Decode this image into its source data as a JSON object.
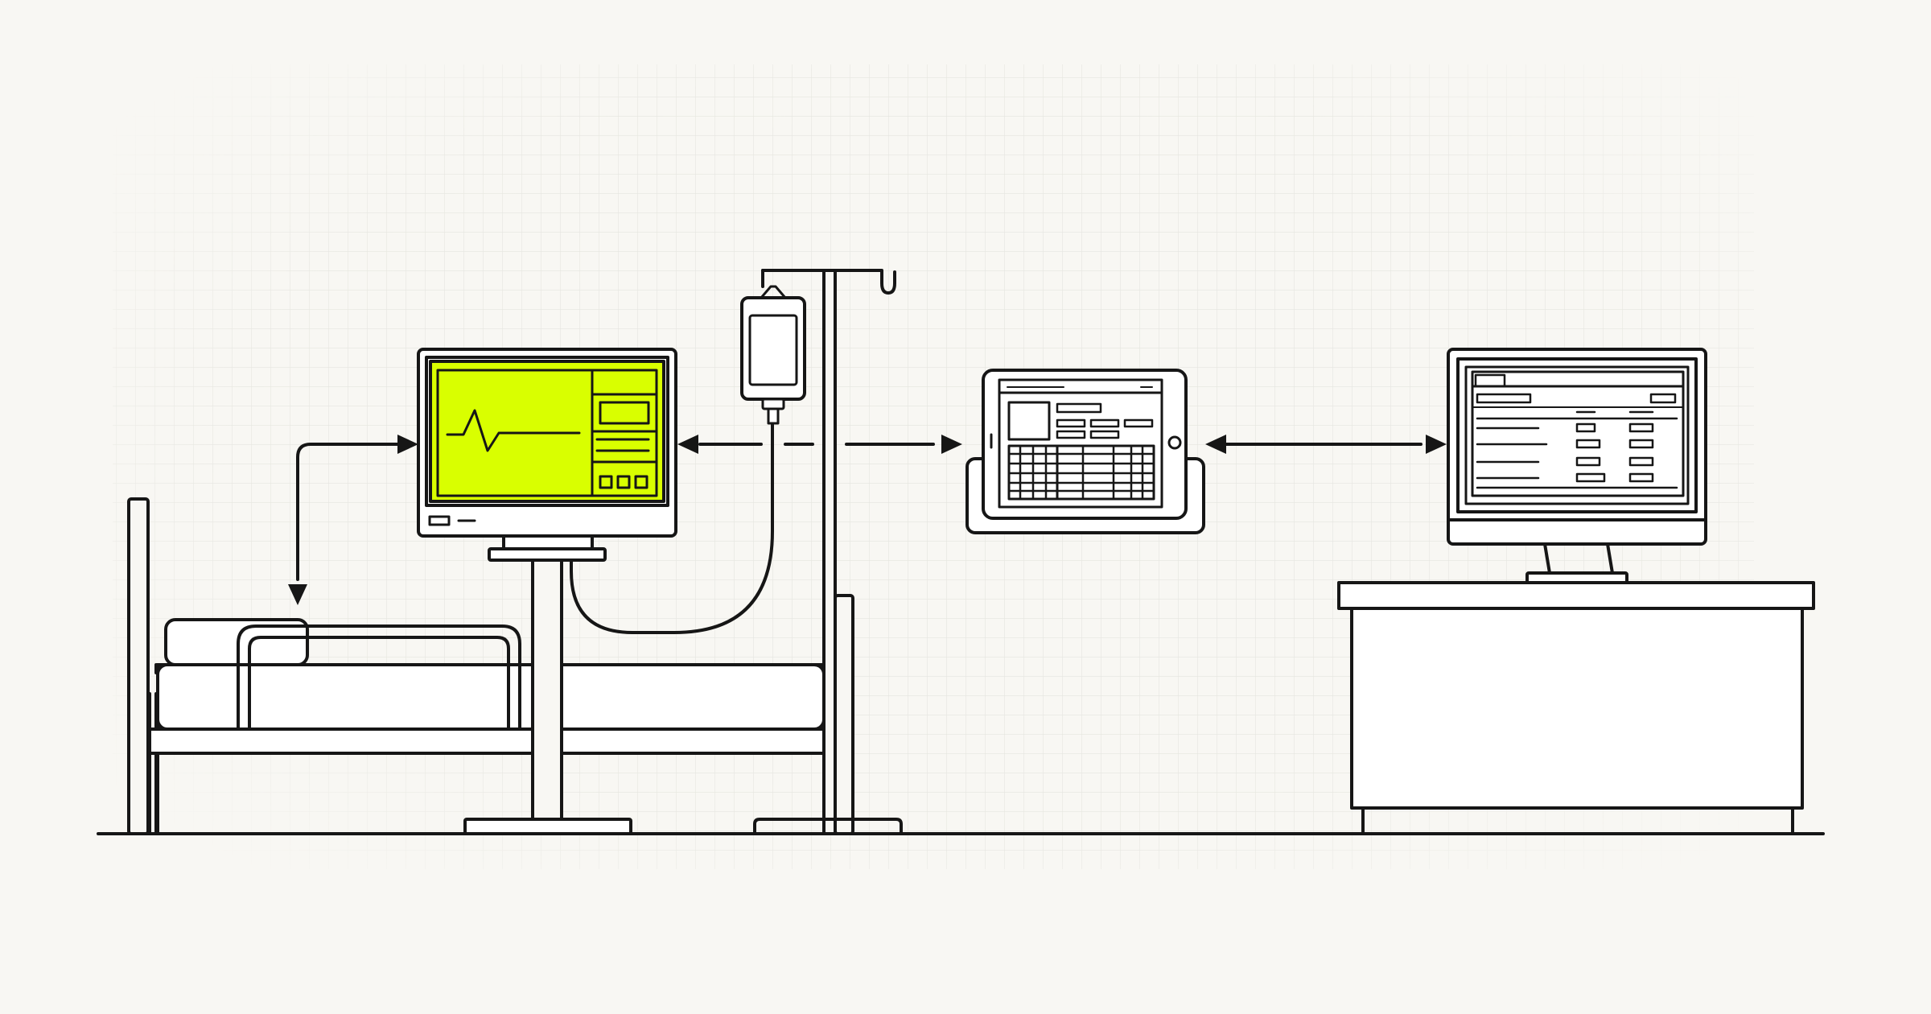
{
  "colors": {
    "background": "#f8f7f3",
    "grid": "#e4e4de",
    "line": "#161616",
    "screen_accent": "#d9ff00",
    "fill": "#ffffff"
  },
  "nodes": [
    {
      "id": "bed",
      "icon": "hospital-bed-icon"
    },
    {
      "id": "bedside-monitor",
      "icon": "vital-signs-monitor-icon"
    },
    {
      "id": "iv-pump",
      "icon": "iv-drip-stand-icon"
    },
    {
      "id": "tablet",
      "icon": "tablet-in-dock-icon"
    },
    {
      "id": "workstation",
      "icon": "desktop-monitor-icon"
    },
    {
      "id": "desk",
      "icon": "desk-icon"
    }
  ],
  "connections": [
    {
      "from": "bed",
      "to": "bedside-monitor",
      "direction": "bidirectional"
    },
    {
      "from": "iv-pump",
      "to": "bedside-monitor",
      "direction": "one-way"
    },
    {
      "from": "iv-pump",
      "to": "tablet",
      "direction": "one-way"
    },
    {
      "from": "tablet",
      "to": "workstation",
      "direction": "bidirectional"
    }
  ]
}
